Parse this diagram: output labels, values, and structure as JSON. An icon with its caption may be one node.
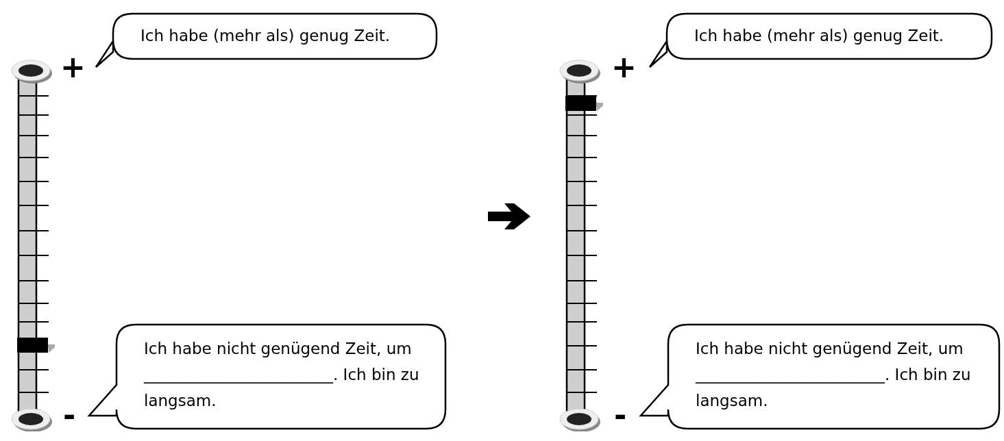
{
  "diagram": {
    "nodes": [
      {
        "text": [
          "Ich habe (mehr als) genug Zeit."
        ]
      },
      {
        "text": [
          "Ich habe nicht genügend Zeit, um ________________________. Ich bin zu langsam."
        ]
      },
      {
        "text": [],
        "shape": "bar"
      },
      {
        "text": [
          "Ich habe (mehr als) genug Zeit."
        ]
      },
      {
        "text": [
          "Ich habe nicht genügend Zeit, um ________________________. Ich bin zu langsam."
        ]
      },
      {
        "text": [],
        "shape": "bar"
      }
    ],
    "labels": [
      "+",
      "-",
      "+",
      "-"
    ]
  }
}
